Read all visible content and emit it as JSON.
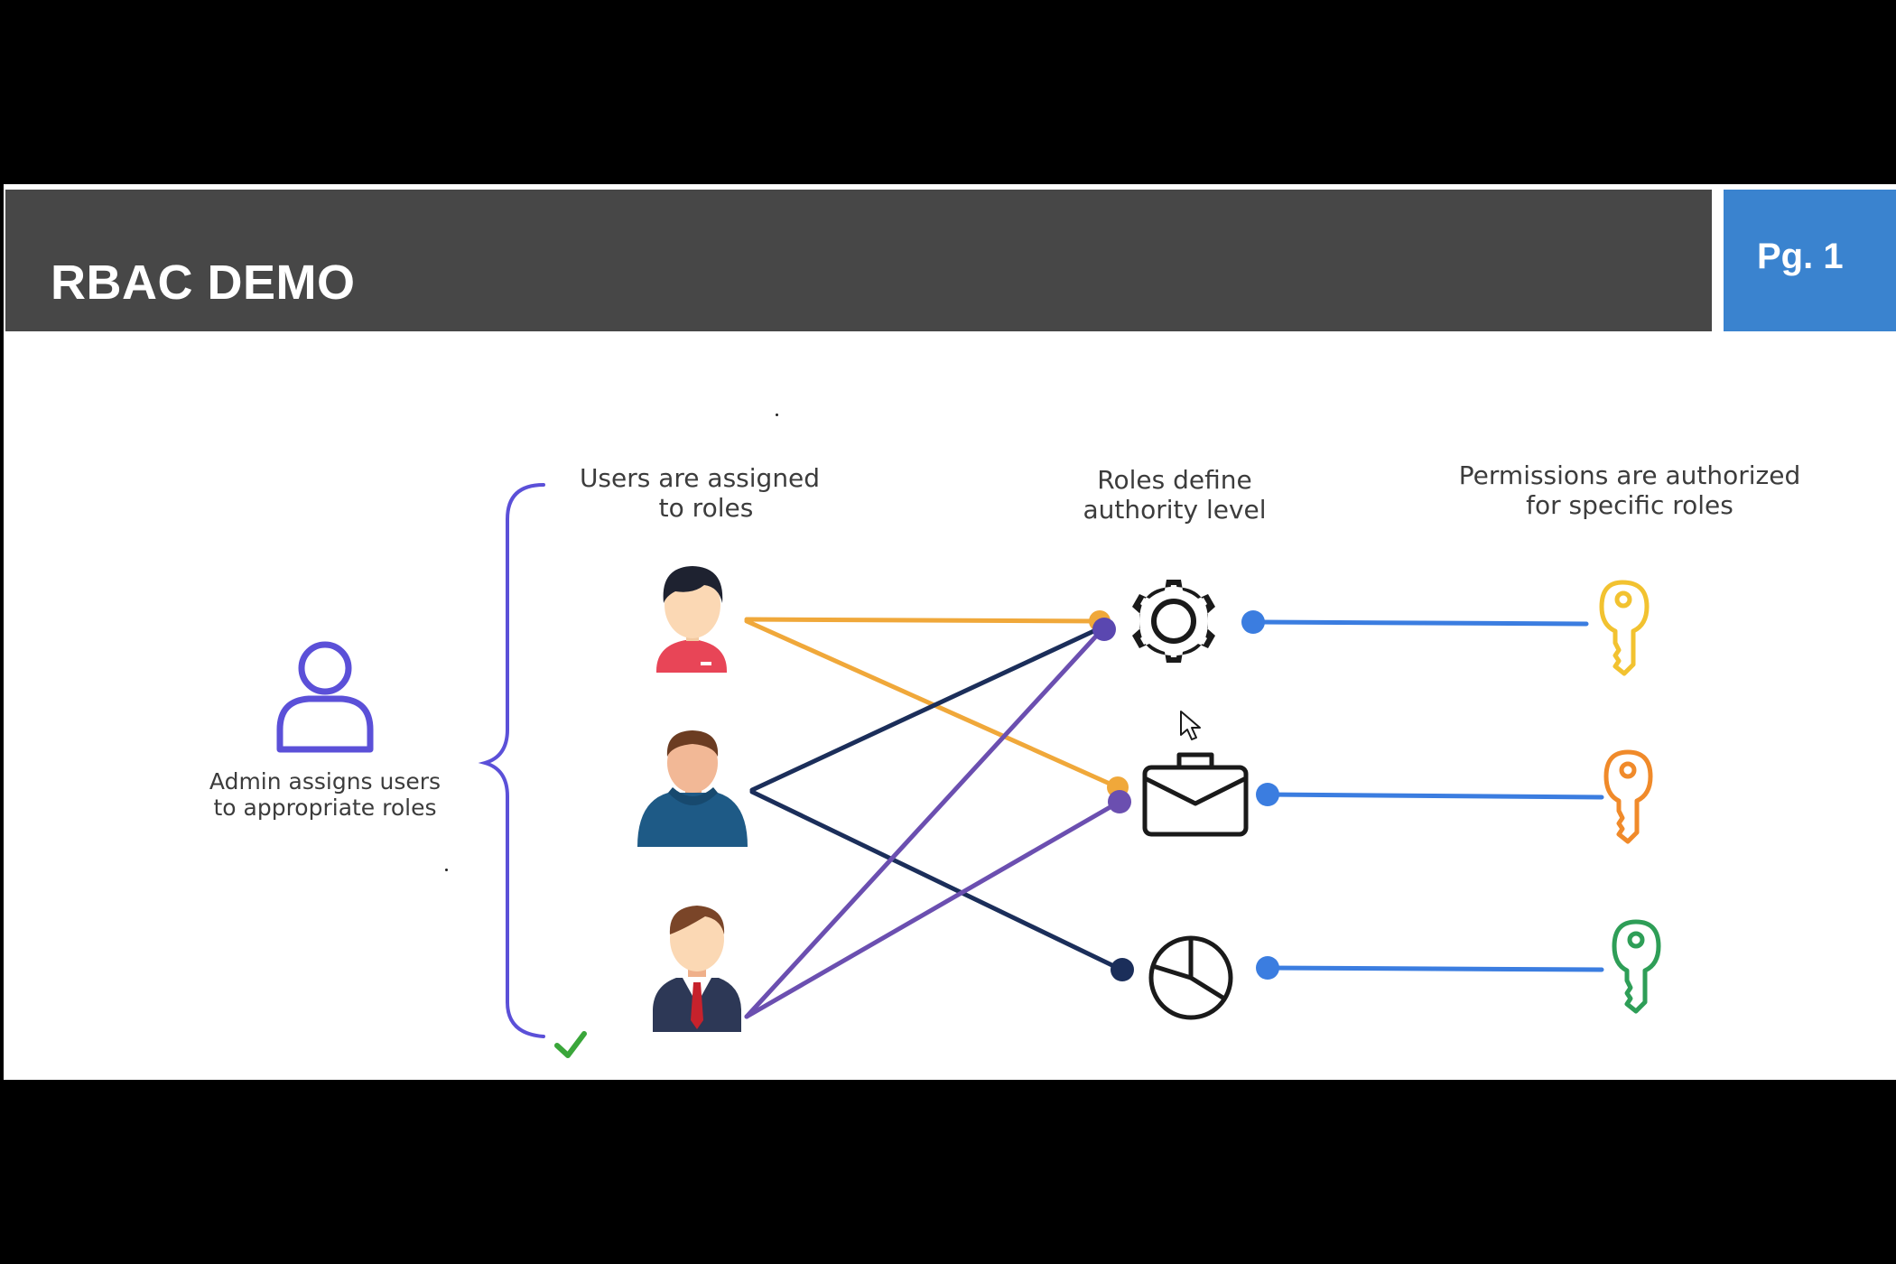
{
  "header": {
    "title": "RBAC DEMO",
    "page_label": "Pg. 1"
  },
  "diagram": {
    "admin": {
      "icon": "admin-user-outline-icon",
      "caption_lines": [
        "Admin assigns users",
        "to appropriate roles"
      ]
    },
    "columns": {
      "users": [
        "Users are assigned",
        "to roles"
      ],
      "roles": [
        "Roles define",
        "authority level"
      ],
      "permissions": [
        "Permissions are authorized",
        "for specific roles"
      ]
    },
    "users": [
      {
        "id": "user-1",
        "icon": "user-red-shirt-icon"
      },
      {
        "id": "user-2",
        "icon": "user-blue-hoodie-icon"
      },
      {
        "id": "user-3",
        "icon": "user-suit-icon"
      }
    ],
    "roles": [
      {
        "id": "role-gear",
        "icon": "gear-icon"
      },
      {
        "id": "role-briefcase",
        "icon": "briefcase-icon"
      },
      {
        "id": "role-piechart",
        "icon": "pie-chart-icon"
      }
    ],
    "permissions": [
      {
        "id": "key-yellow",
        "icon": "key-icon",
        "color": "#f2c230"
      },
      {
        "id": "key-orange",
        "icon": "key-icon",
        "color": "#f08a2a"
      },
      {
        "id": "key-green",
        "icon": "key-icon",
        "color": "#2e9e57"
      }
    ],
    "assignments": [
      {
        "from": "user-1",
        "to": "role-gear",
        "color": "#f0a83a"
      },
      {
        "from": "user-1",
        "to": "role-briefcase",
        "color": "#f0a83a"
      },
      {
        "from": "user-2",
        "to": "role-gear",
        "color": "#1b2e5a"
      },
      {
        "from": "user-2",
        "to": "role-piechart",
        "color": "#1b2e5a"
      },
      {
        "from": "user-3",
        "to": "role-gear",
        "color": "#6b4fb0"
      },
      {
        "from": "user-3",
        "to": "role-briefcase",
        "color": "#6b4fb0"
      }
    ],
    "role_to_permission_color": "#3b7de0",
    "bracket_color": "#5b50d8",
    "check_color": "#3aa63a"
  },
  "colors": {
    "header_bg": "#474747",
    "page_tab_bg": "#3a83cf",
    "slide_bg": "#ffffff",
    "frame_bg": "#000000"
  }
}
